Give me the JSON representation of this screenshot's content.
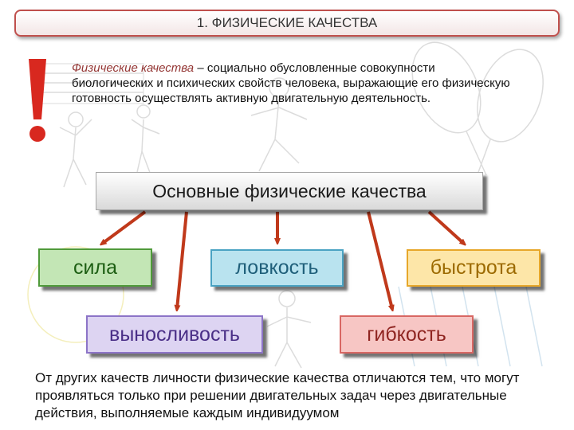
{
  "title": "1. ФИЗИЧЕСКИЕ КАЧЕСТВА",
  "definition": {
    "term": "Физические качества",
    "text": " – социально обусловленные совокупности биологических и психических свойств человека, выражающие его физическую готовность осуществлять активную двигательную деятельность."
  },
  "main_box": "Основные физические качества",
  "qualities": {
    "sila": "сила",
    "lovkost": "ловкость",
    "bystrota": "быстрота",
    "vynoslivost": "выносливость",
    "gibkost": "гибкость"
  },
  "bottom_text": "От других качеств личности физические качества отличаются тем, что могут проявляться только при решении двигательных задач через двигательные действия, выполняемые каждым индивидуумом",
  "colors": {
    "title_border": "#c0504d",
    "arrow": "#c0391b",
    "exclamation": "#d8281f"
  }
}
